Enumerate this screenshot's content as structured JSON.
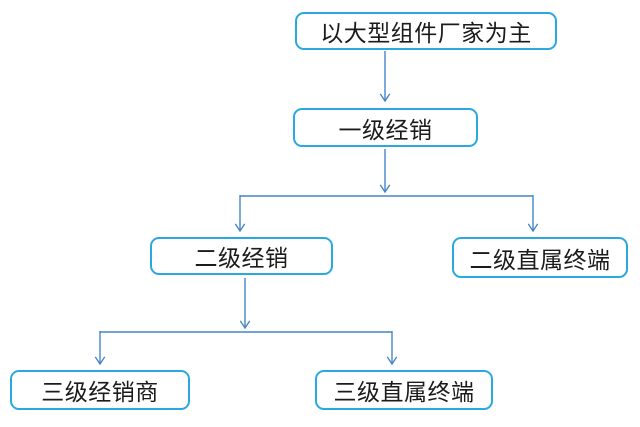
{
  "diagram": {
    "title": "",
    "nodes": [
      {
        "id": "root",
        "label": "以大型组件厂家为主",
        "level": 0
      },
      {
        "id": "level1-dist",
        "label": "一级经销",
        "level": 1
      },
      {
        "id": "level2-dist",
        "label": "二级经销",
        "level": 2
      },
      {
        "id": "level2-terminal",
        "label": "二级直属终端",
        "level": 2
      },
      {
        "id": "level3-dist",
        "label": "三级经销商",
        "level": 3
      },
      {
        "id": "level3-terminal",
        "label": "三级直属终端",
        "level": 3
      }
    ],
    "edges": [
      {
        "from": "root",
        "to": "level1-dist"
      },
      {
        "from": "level1-dist",
        "to": "level2-dist"
      },
      {
        "from": "level1-dist",
        "to": "level2-terminal"
      },
      {
        "from": "level2-dist",
        "to": "level3-dist"
      },
      {
        "from": "level2-dist",
        "to": "level3-terminal"
      }
    ]
  },
  "colors": {
    "box_border": "#29a9e0",
    "box_fill": "#ffffff",
    "connector": "#4485c9",
    "text": "#1b1b1b",
    "background": "#ffffff"
  }
}
